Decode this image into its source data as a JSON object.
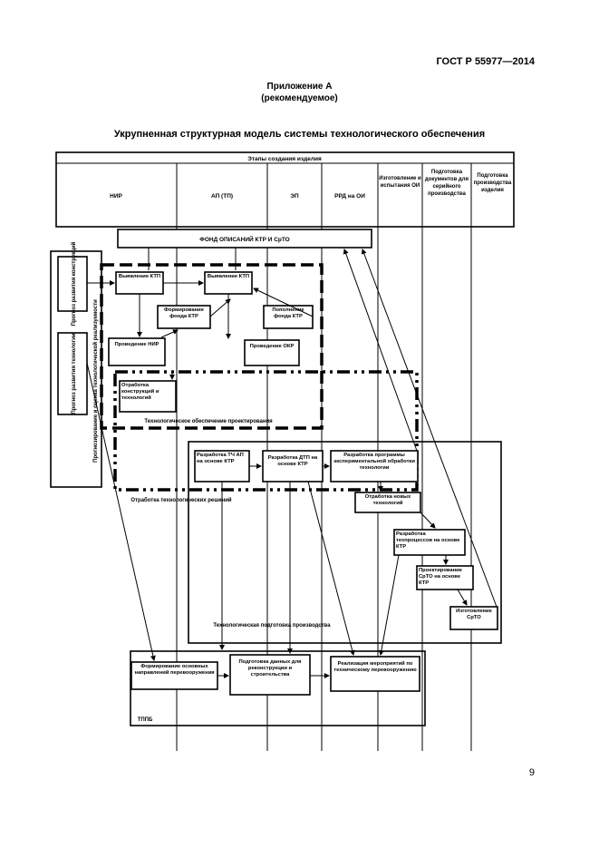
{
  "header": {
    "standard_code": "ГОСТ Р 55977—2014"
  },
  "appendix": {
    "title": "Приложение А",
    "subtitle": "(рекомендуемое)"
  },
  "figure": {
    "title": "Укрупненная структурная модель системы технологического обеспечения",
    "stages_header": "Этапы создания изделия",
    "columns": [
      "НИР",
      "АП (ТП)",
      "ЭП",
      "РРД на ОИ",
      "Изготовление и испытания ОИ",
      "Подготовка документов для серийного производства",
      "Подготовка производства изделия"
    ],
    "fund_box": "ФОНД ОПИСАНИЙ КТР И СрТО",
    "left_outer_label": "Прогнозирование и оценка технологической реализуемости",
    "left_top": "Прогноз развития конструкций",
    "left_bottom": "Прогноз развития технологии",
    "boxes": {
      "ktp1": "Выявление КТП",
      "ktp2": "Выявление КТП",
      "fund_form": "Формирование фонда КТР",
      "fund_fill": "Пополнение фонда КТР",
      "nir_do": "Проведение НИР",
      "okr_do": "Проведение ОКР",
      "debug_cons": "Отработка конструкций и технологий",
      "tz_ap": "Разработка ТЧ АП на основе КТР",
      "dtp": "Разработка ДТП на основе КТР",
      "exp_prog": "Разработка программы экспериментальной обработки технологии",
      "debug_new": "Отработка новых технологий",
      "tech_proc": "Разработка техпроцессов на основе КТР",
      "design_srto": "Проектирование СрТО на основе КТР",
      "make_srto": "Изготовление СрТО",
      "dirs": "Формирование основных направлений перевооружения",
      "prep_data": "Подготовка данных для реконструкции и строительства",
      "realize": "Реализация мероприятий по техническому перевооружению"
    },
    "region_labels": {
      "design_support": "Технологическое обеспечение проектирования",
      "tech_debug": "Отработка технологических решений",
      "prod_prep": "Технологическая подготовка производства",
      "tppb": "ТППБ"
    }
  },
  "page_number": "9"
}
